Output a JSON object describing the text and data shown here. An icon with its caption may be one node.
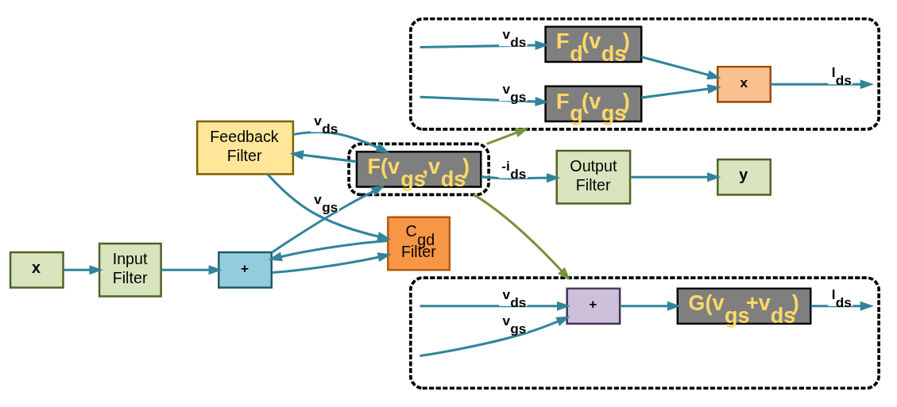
{
  "diagram": {
    "nodes": [
      {
        "text": [],
        "shape": "ellipse"
      },
      {
        "text": [
          "+"
        ],
        "in": 0
      },
      {
        "text": [
          "G(v$_{gs}$+v$_{ds}$)"
        ],
        "in": 0
      },
      {
        "text": [],
        "shape": "ellipse"
      },
      {
        "text": [
          "F$_{g}$(v$_{gs}$)"
        ],
        "in": 3
      },
      {
        "text": [
          "F$_{d}$(v$_{ds}$)"
        ],
        "in": 3
      },
      {
        "text": [
          "x"
        ],
        "in": 3
      },
      {
        "text": [
          "x"
        ]
      },
      {
        "text": [
          "Input Filter"
        ]
      },
      {
        "text": [
          "+"
        ]
      },
      {
        "text": [],
        "shape": "ellipse"
      },
      {
        "text": [
          "F(v$_{gs}$,v$_{ds}$)"
        ],
        "in": 10
      },
      {
        "text": [
          "Output Filter"
        ]
      },
      {
        "text": [
          "y"
        ]
      },
      {
        "text": [
          "C$_{gd}$ Filter"
        ]
      },
      {
        "text": [
          "Feedback Filter"
        ]
      }
    ],
    "edges": [
      {
        "from": null,
        "to": 1,
        "arrow": "to",
        "label": "v$_{gs}$"
      },
      {
        "from": null,
        "to": 1,
        "arrow": "to",
        "label": "v$_{ds}$"
      },
      {
        "from": 1,
        "to": 2,
        "arrow": "to"
      },
      {
        "from": 2,
        "to": null,
        "arrow": "to",
        "label": "I$_{ds}$"
      },
      {
        "from": null,
        "to": 4,
        "arrow": "to",
        "label": "v$_{gs}$"
      },
      {
        "from": null,
        "to": 5,
        "arrow": "to",
        "label": "v$_{ds}$"
      },
      {
        "from": 4,
        "to": 6,
        "arrow": "to"
      },
      {
        "from": 5,
        "to": 6,
        "arrow": "to"
      },
      {
        "from": 6,
        "to": null,
        "arrow": "to",
        "label": "I$_{ds}$"
      },
      {
        "from": 7,
        "to": 8,
        "arrow": "to"
      },
      {
        "from": 8,
        "to": 9,
        "arrow": "to"
      },
      {
        "from": 9,
        "to": 11,
        "arrow": "to",
        "label": "v$_{gs}$"
      },
      {
        "from": 9,
        "to": 14,
        "arrow": "to"
      },
      {
        "from": 14,
        "to": 9,
        "arrow": "to"
      },
      {
        "from": 15,
        "to": 14,
        "arrow": "to"
      },
      {
        "from": 15,
        "to": 11,
        "arrow": "to",
        "label": "v$_{ds}$"
      },
      {
        "from": 11,
        "to": 12,
        "arrow": "to",
        "label": "-i$_{ds}$"
      },
      {
        "from": 11,
        "to": 15,
        "arrow": "to"
      },
      {
        "from": 12,
        "to": 13,
        "arrow": "to"
      },
      {
        "from": 10,
        "to": 0,
        "arrow": "to",
        "color": "#77933c"
      },
      {
        "from": 10,
        "to": 3,
        "arrow": "to",
        "color": "#77933c"
      }
    ]
  }
}
